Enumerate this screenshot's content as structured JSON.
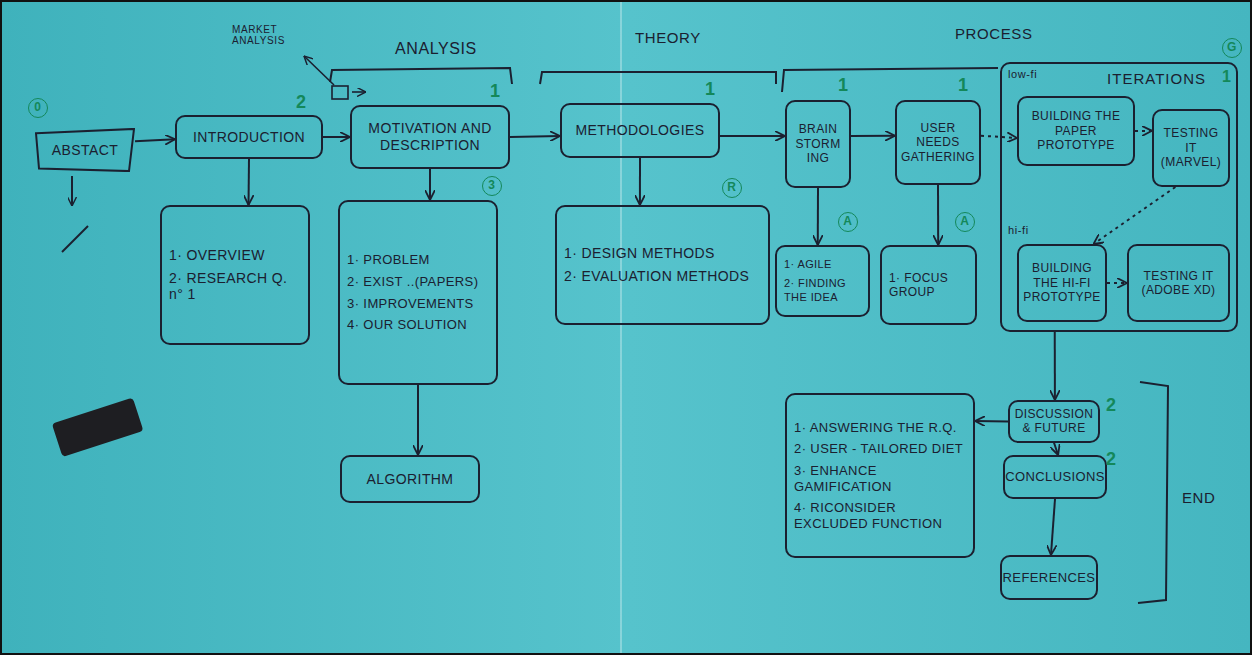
{
  "diagram": {
    "nodes": [
      {
        "text": [
          "ABSTACT"
        ]
      },
      {
        "text": [
          "INTRODUCTION"
        ]
      },
      {
        "text": [
          "MOTIVATION AND DESCRIPTION"
        ]
      },
      {
        "text": [
          "METHODOLOGIES"
        ]
      },
      {
        "text": [
          "BRAIN STORM ING"
        ]
      },
      {
        "text": [
          "USER NEEDS GATHERING"
        ]
      },
      {
        "text": [
          "ITERATIONS"
        ]
      },
      {
        "text": [
          "BUILDING THE PAPER PROTOTYPE"
        ],
        "in": 6
      },
      {
        "text": [
          "TESTING IT (MARVEL)"
        ],
        "in": 6
      },
      {
        "text": [
          "BUILDING THE HI-FI PROTOTYPE"
        ],
        "in": 6
      },
      {
        "text": [
          "TESTING IT (ADOBE XD)"
        ],
        "in": 6
      },
      {
        "text": [
          "1· OVERVIEW",
          "2· RESEARCH Q. n° 1"
        ]
      },
      {
        "text": [
          "1· PROBLEM",
          "2· EXIST ..(PAPERS)",
          "3· IMPROVEMENTS",
          "4· OUR SOLUTION"
        ]
      },
      {
        "text": [
          "ALGORITHM"
        ]
      },
      {
        "text": [
          "1· DESIGN METHODS",
          "2· EVALUATION METHODS"
        ]
      },
      {
        "text": [
          "1· AGILE",
          "2· FINDING THE IDEA"
        ]
      },
      {
        "text": [
          "1· FOCUS GROUP"
        ]
      },
      {
        "text": [
          "DISCUSSION & FUTURE"
        ]
      },
      {
        "text": [
          "CONCLUSIONS"
        ]
      },
      {
        "text": [
          "1· ANSWERING THE R.Q.",
          "2· USER - TAILORED DIET",
          "3· ENHANCE GAMIFICATION",
          "4· RICONSIDER EXCLUDED FUNCTION"
        ]
      },
      {
        "text": [
          "REFERENCES"
        ]
      }
    ],
    "edges": [
      {
        "from": 0,
        "to": 1,
        "arrow": "to"
      },
      {
        "from": 1,
        "to": 2,
        "arrow": "to"
      },
      {
        "from": 2,
        "to": 3,
        "arrow": "to"
      },
      {
        "from": 3,
        "to": 4,
        "arrow": "to"
      },
      {
        "from": 4,
        "to": 5,
        "arrow": "to"
      },
      {
        "from": 5,
        "to": 7,
        "arrow": "to"
      },
      {
        "from": 7,
        "to": 8,
        "arrow": "to"
      },
      {
        "from": 8,
        "to": 9,
        "arrow": "to"
      },
      {
        "from": 9,
        "to": 10,
        "arrow": "to"
      },
      {
        "from": 1,
        "to": 11,
        "arrow": "to"
      },
      {
        "from": 2,
        "to": 12,
        "arrow": "to"
      },
      {
        "from": 12,
        "to": 13,
        "arrow": "to"
      },
      {
        "from": 3,
        "to": 14,
        "arrow": "to"
      },
      {
        "from": 4,
        "to": 15,
        "arrow": "to"
      },
      {
        "from": 5,
        "to": 16,
        "arrow": "to"
      },
      {
        "from": 6,
        "to": 17,
        "arrow": "to"
      },
      {
        "from": 17,
        "to": 19,
        "arrow": "to"
      },
      {
        "from": 17,
        "to": 18,
        "arrow": "to"
      },
      {
        "from": 18,
        "to": 20,
        "arrow": "to"
      }
    ],
    "labels": [
      "MARKET ANALYSIS",
      "ANALYSIS",
      "THEORY",
      "PROCESS",
      "0",
      "2",
      "1",
      "3",
      "1",
      "R",
      "1",
      "A",
      "1",
      "A",
      "G",
      "1",
      "low-fi",
      "hi-fi",
      "2",
      "2",
      "END"
    ]
  }
}
